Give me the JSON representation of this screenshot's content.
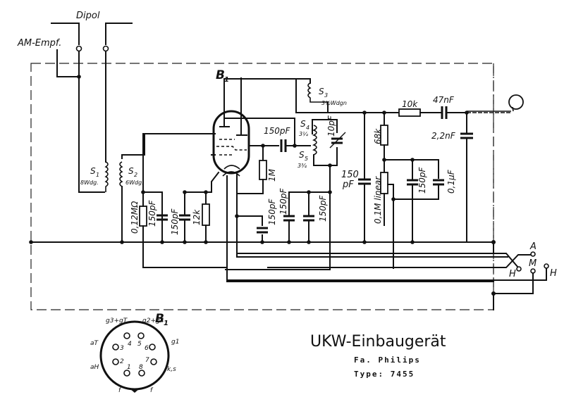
{
  "title": "UKW-Einbaugerät",
  "manufacturer": "Fa. Philips",
  "type_label": "Type: 7455",
  "antenna": {
    "dipol_label": "Dipol",
    "am_label": "AM-Empf."
  },
  "tube": {
    "designator": "B",
    "designator_sub": "1"
  },
  "coils": {
    "s1": {
      "name": "S",
      "sub": "1",
      "turns": "8Wdg."
    },
    "s2": {
      "name": "S",
      "sub": "2",
      "turns": "6Wdg."
    },
    "s3": {
      "name": "S",
      "sub": "3",
      "turns": "3½Wdgn"
    },
    "s4": {
      "name": "S",
      "sub": "4",
      "turns": "3¼"
    },
    "s5": {
      "name": "S",
      "sub": "5",
      "turns": "3¾"
    }
  },
  "components": {
    "r_012M": "0,12MΩ",
    "c_150pF_a": "150pF",
    "c_150pF_b": "150pF",
    "r_12k": "12k",
    "r_1M": "1M",
    "c_150pF_coupling": "150pF",
    "c_10pF": "10pF",
    "c_150pF_c": "150pF",
    "c_150pF_d": "150pF",
    "c_150pF_e": "150pF",
    "c_150pF_f_top": "150",
    "c_150pF_f_bot": "pF",
    "r_68k": "68k",
    "pot_01M": "0,1M linear",
    "c_150pF_g": "150pF",
    "c_01uF": "0,1μF",
    "r_10k": "10k",
    "c_47nF": "47nF",
    "c_22nF": "2,2nF"
  },
  "switch": {
    "a": "A",
    "m": "M",
    "h1": "H",
    "h2": "H"
  },
  "pinout": {
    "designator": "B",
    "designator_sub": "1",
    "labels": {
      "top_left": "g3+gT",
      "top_right": "g2+g4",
      "left_upper": "aT",
      "left_lower": "aH",
      "right_upper": "g1",
      "right_lower": "k,s",
      "bottom_left": "f",
      "bottom_right": "f"
    },
    "pins": [
      "1",
      "2",
      "3",
      "4",
      "5",
      "6",
      "7",
      "8"
    ]
  }
}
